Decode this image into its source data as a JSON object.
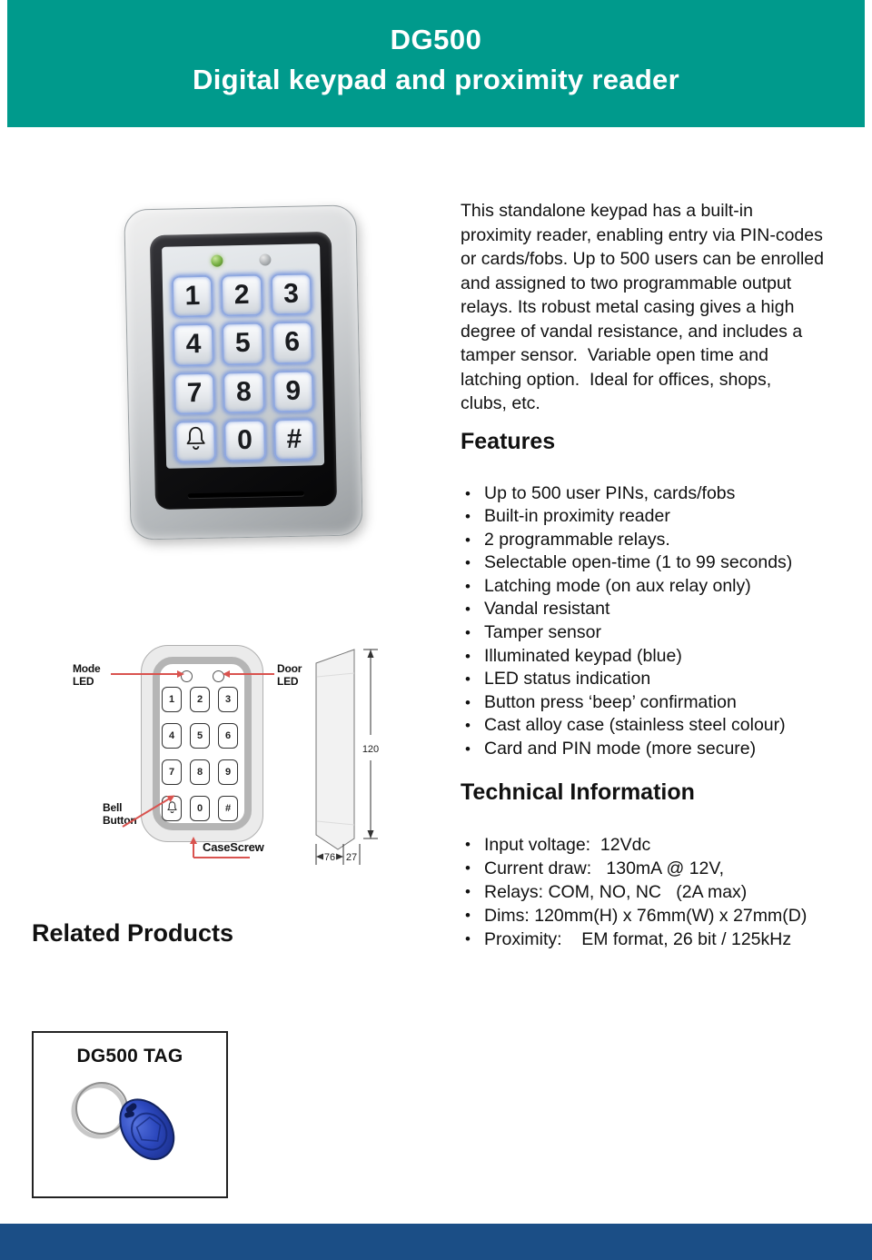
{
  "header": {
    "title": "DG500",
    "subtitle": "Digital keypad and proximity reader"
  },
  "description": {
    "text": "This standalone keypad has a built-in\nproximity reader, enabling entry via PIN-codes\nor cards/fobs. Up to 500 users can be enrolled\nand assigned to two programmable output\nrelays. Its robust metal casing gives a high\ndegree of vandal resistance, and includes a\ntamper sensor.  Variable open time and\nlatching option.  Ideal for offices, shops,\nclubs, etc."
  },
  "features": {
    "heading": "Features",
    "items": [
      "Up to 500 user PINs, cards/fobs",
      "Built-in proximity reader",
      "2 programmable relays.",
      "Selectable open-time (1 to 99 seconds)",
      "Latching mode (on aux relay only)",
      "Vandal resistant",
      "Tamper sensor",
      "Illuminated keypad (blue)",
      "LED status indication",
      "Button press ‘beep’ confirmation",
      "Cast alloy case (stainless steel colour)",
      "Card and PIN mode (more secure)"
    ]
  },
  "technical": {
    "heading": "Technical Information",
    "items": [
      "Input voltage:  12Vdc",
      "Current draw:   130mA @ 12V,",
      "Relays: COM, NO, NC   (2A max)",
      "Dims: 120mm(H) x 76mm(W) x 27mm(D)",
      "Proximity:    EM format, 26 bit / 125kHz"
    ]
  },
  "product_photo": {
    "keys": [
      "1",
      "2",
      "3",
      "4",
      "5",
      "6",
      "7",
      "8",
      "9",
      "bell",
      "0",
      "#"
    ],
    "led_left": "green",
    "led_right": "grey"
  },
  "diagram": {
    "labels": {
      "mode_led": "Mode\nLED",
      "door_led": "Door\nLED",
      "bell_button": "Bell\nButton",
      "case_screw": "CaseScrew"
    },
    "dimensions": {
      "height": "120",
      "width": "76",
      "depth": "27"
    },
    "keys": [
      "1",
      "2",
      "3",
      "4",
      "5",
      "6",
      "7",
      "8",
      "9",
      "bell",
      "0",
      "#"
    ]
  },
  "related_products": {
    "heading": "Related Products",
    "items": [
      {
        "label": "DG500 TAG"
      }
    ]
  },
  "colors": {
    "header_bg": "#009a8c",
    "footer_bg": "#1b4e86",
    "annotation_red": "#d9534f",
    "key_glow_blue": "#8fa8e0",
    "led_green": "#76b043",
    "fob_blue": "#2c48bd"
  }
}
